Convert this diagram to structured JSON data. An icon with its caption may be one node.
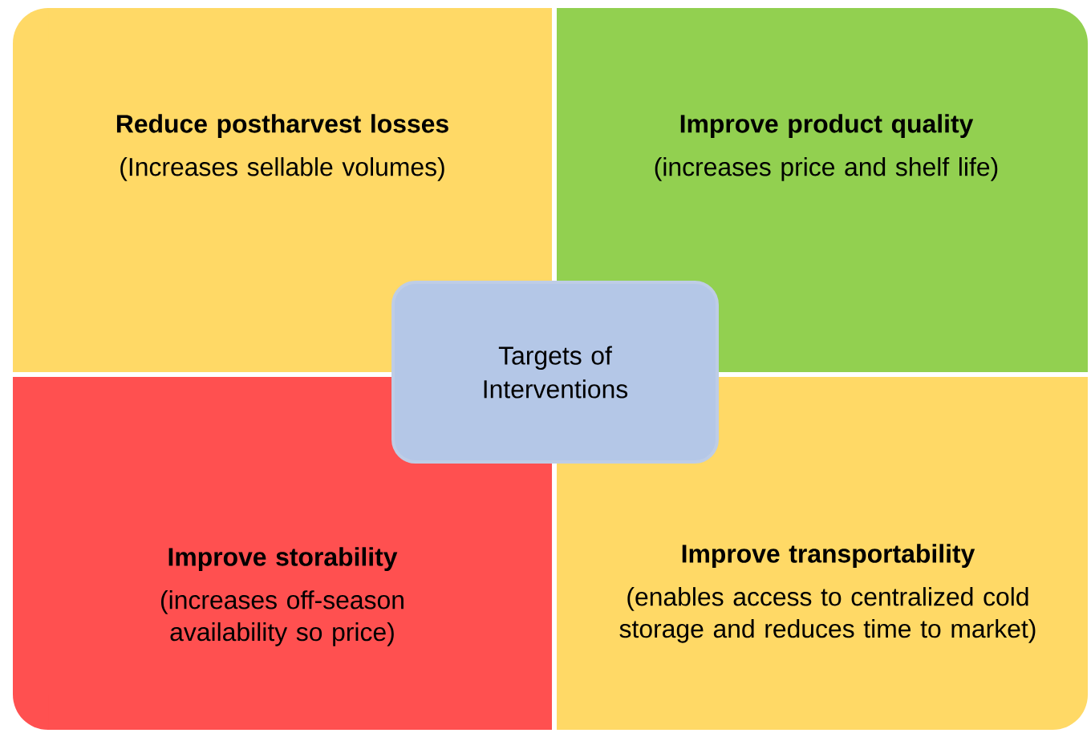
{
  "diagram": {
    "nodes": [
      {
        "text": [
          "Reduce postharvest losses",
          "(Increases sellable volumes)"
        ]
      },
      {
        "text": [
          "Improve product  quality",
          "(increases price and shelf life)"
        ]
      },
      {
        "text": [
          "Targets of Interventions"
        ]
      },
      {
        "text": [
          "Improve storability",
          "(increases off-season availability so price)"
        ]
      },
      {
        "text": [
          "Improve transportability",
          "(enables access to centralized cold storage and reduces time to market)"
        ]
      }
    ]
  }
}
